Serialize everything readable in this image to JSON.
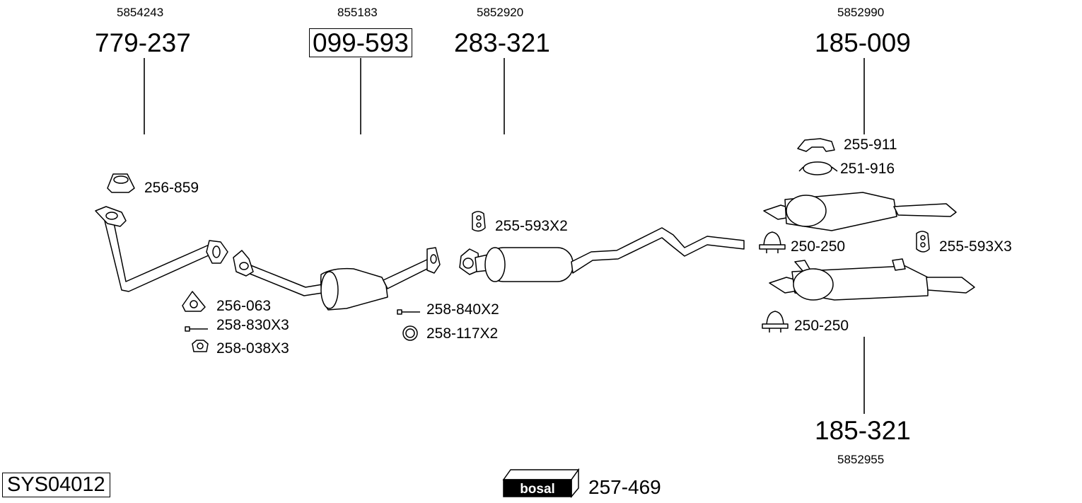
{
  "system": {
    "code": "SYS04012"
  },
  "brand": {
    "logo_text": "bosal",
    "code": "257-469"
  },
  "parts": [
    {
      "oe": "5854243",
      "number": "779-237",
      "boxed": false
    },
    {
      "oe": "855183",
      "number": "099-593",
      "boxed": true
    },
    {
      "oe": "5852920",
      "number": "283-321",
      "boxed": false
    },
    {
      "oe": "5852990",
      "number": "185-009",
      "boxed": false
    },
    {
      "oe": "5852955",
      "number": "185-321",
      "boxed": false
    }
  ],
  "accessories": [
    {
      "code": "256-859",
      "icon": "gasket-ring-icon"
    },
    {
      "code": "256-063",
      "icon": "flange-gasket-icon"
    },
    {
      "code": "258-830X3",
      "icon": "bolt-icon"
    },
    {
      "code": "258-038X3",
      "icon": "nut-icon"
    },
    {
      "code": "258-840X2",
      "icon": "bolt-icon"
    },
    {
      "code": "258-117X2",
      "icon": "seal-ring-icon"
    },
    {
      "code": "255-593X2",
      "icon": "rubber-hanger-icon"
    },
    {
      "code": "255-911",
      "icon": "rubber-strap-icon"
    },
    {
      "code": "251-916",
      "icon": "clamp-band-icon"
    },
    {
      "code": "250-250",
      "icon": "u-clamp-icon"
    },
    {
      "code": "255-593X3",
      "icon": "rubber-hanger-icon"
    },
    {
      "code": "250-250",
      "icon": "u-clamp-icon"
    }
  ]
}
